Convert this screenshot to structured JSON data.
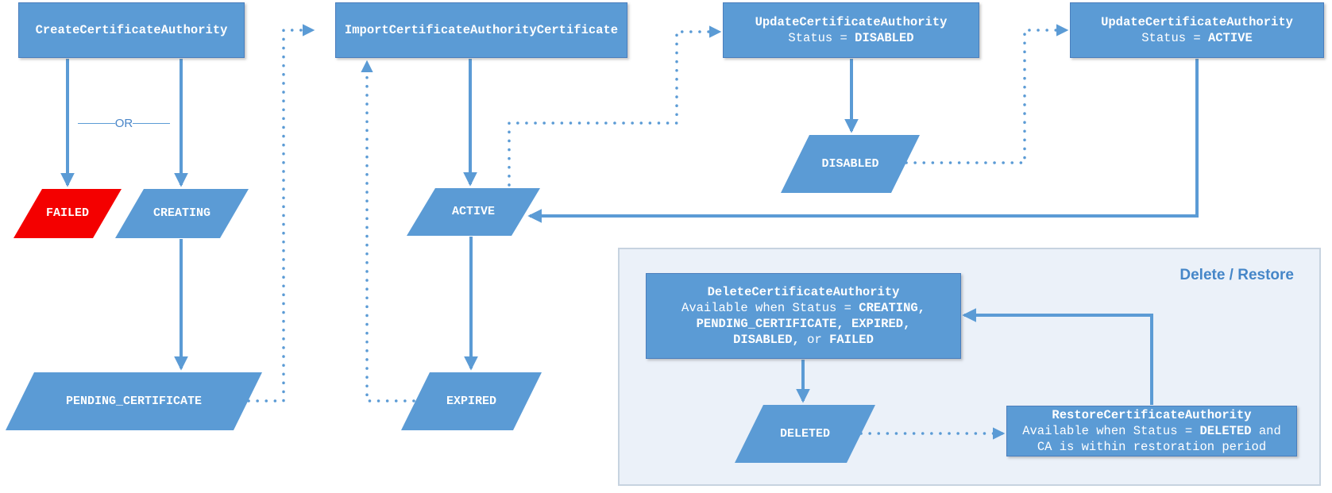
{
  "diagram": {
    "or_label": "OR",
    "group": {
      "title": "Delete / Restore"
    },
    "colors": {
      "node_blue": "#5b9bd5",
      "failed_red": "#f40000",
      "line_blue": "#5b9bd5",
      "node_border": "#4a7ebd",
      "group_bg": "#ebf1f9",
      "group_border": "#c7d3e0",
      "group_title": "#4586c8",
      "or_color": "#4a86c8",
      "text_white": "#ffffff"
    },
    "nodes": {
      "create_api": {
        "lines": [
          [
            {
              "t": "CreateCertificateAuthority",
              "b": true
            }
          ]
        ]
      },
      "import_api": {
        "lines": [
          [
            {
              "t": "ImportCertificateAuthorityCertificate",
              "b": true
            }
          ]
        ]
      },
      "update_disabled": {
        "lines": [
          [
            {
              "t": "UpdateCertificateAuthority",
              "b": true
            }
          ],
          [
            {
              "t": "Status = ",
              "b": false
            },
            {
              "t": "DISABLED",
              "b": true
            }
          ]
        ]
      },
      "update_active": {
        "lines": [
          [
            {
              "t": "UpdateCertificateAuthority",
              "b": true
            }
          ],
          [
            {
              "t": "Status = ",
              "b": false
            },
            {
              "t": "ACTIVE",
              "b": true
            }
          ]
        ]
      },
      "delete_api": {
        "lines": [
          [
            {
              "t": "DeleteCertificateAuthority",
              "b": true
            }
          ],
          [
            {
              "t": "Available when Status = ",
              "b": false
            },
            {
              "t": "CREATING,",
              "b": true
            }
          ],
          [
            {
              "t": "PENDING_CERTIFICATE, EXPIRED,",
              "b": true
            }
          ],
          [
            {
              "t": "DISABLED,",
              "b": true
            },
            {
              "t": " or ",
              "b": false
            },
            {
              "t": "FAILED",
              "b": true
            }
          ]
        ]
      },
      "restore_api": {
        "lines": [
          [
            {
              "t": "RestoreCertificateAuthority",
              "b": true
            }
          ],
          [
            {
              "t": "Available when Status = ",
              "b": false
            },
            {
              "t": "DELETED",
              "b": true
            },
            {
              "t": " and",
              "b": false
            }
          ],
          [
            {
              "t": "CA is within restoration period",
              "b": false
            }
          ]
        ]
      },
      "failed": {
        "lines": [
          [
            {
              "t": "FAILED",
              "b": true
            }
          ]
        ]
      },
      "creating": {
        "lines": [
          [
            {
              "t": "CREATING",
              "b": true
            }
          ]
        ]
      },
      "pending": {
        "lines": [
          [
            {
              "t": "PENDING_CERTIFICATE",
              "b": true
            }
          ]
        ]
      },
      "active": {
        "lines": [
          [
            {
              "t": "ACTIVE",
              "b": true
            }
          ]
        ]
      },
      "expired": {
        "lines": [
          [
            {
              "t": "EXPIRED",
              "b": true
            }
          ]
        ]
      },
      "disabled": {
        "lines": [
          [
            {
              "t": "DISABLED",
              "b": true
            }
          ]
        ]
      },
      "deleted": {
        "lines": [
          [
            {
              "t": "DELETED",
              "b": true
            }
          ]
        ]
      }
    }
  }
}
